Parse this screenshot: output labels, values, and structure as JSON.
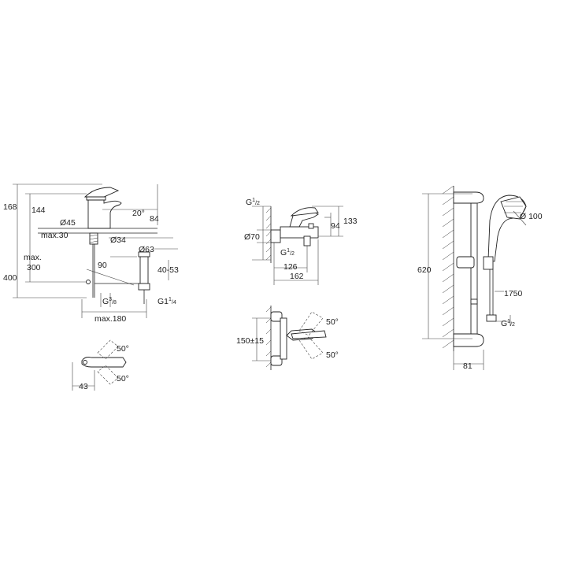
{
  "basin_mixer": {
    "d168": "168",
    "d144": "144",
    "angle20": "20°",
    "d84": "84",
    "d45": "Ø45",
    "max30": "max.30",
    "d34": "Ø34",
    "d63": "Ø63",
    "d90": "90",
    "max300_a": "max.",
    "max300_b": "300",
    "d400": "400",
    "d40_53": "40-53",
    "g38_g": "G",
    "g38_sup": "3",
    "g38_sub": "/8",
    "g114_g": "G1",
    "g114_sup": "1",
    "g114_sub": "/4",
    "max180": "max.180",
    "top_angle_upper": "50°",
    "top_angle_lower": "50°",
    "top_d43": "43"
  },
  "bath_mixer": {
    "g12_g": "G",
    "g12_sup": "1",
    "g12_sub": "/2",
    "d133": "133",
    "d94": "94",
    "d70": "Ø70",
    "g12b_g": "G",
    "g12b_sup": "1",
    "g12b_sub": "/2",
    "d126": "126",
    "d162": "162",
    "d150": "150±15",
    "angle_upper": "50°",
    "angle_lower": "50°"
  },
  "shower_set": {
    "d620": "620",
    "d100": "Ø 100",
    "d1750": "1750",
    "g12_g": "G",
    "g12_sup": "1",
    "g12_sub": "/2",
    "d81": "81"
  }
}
